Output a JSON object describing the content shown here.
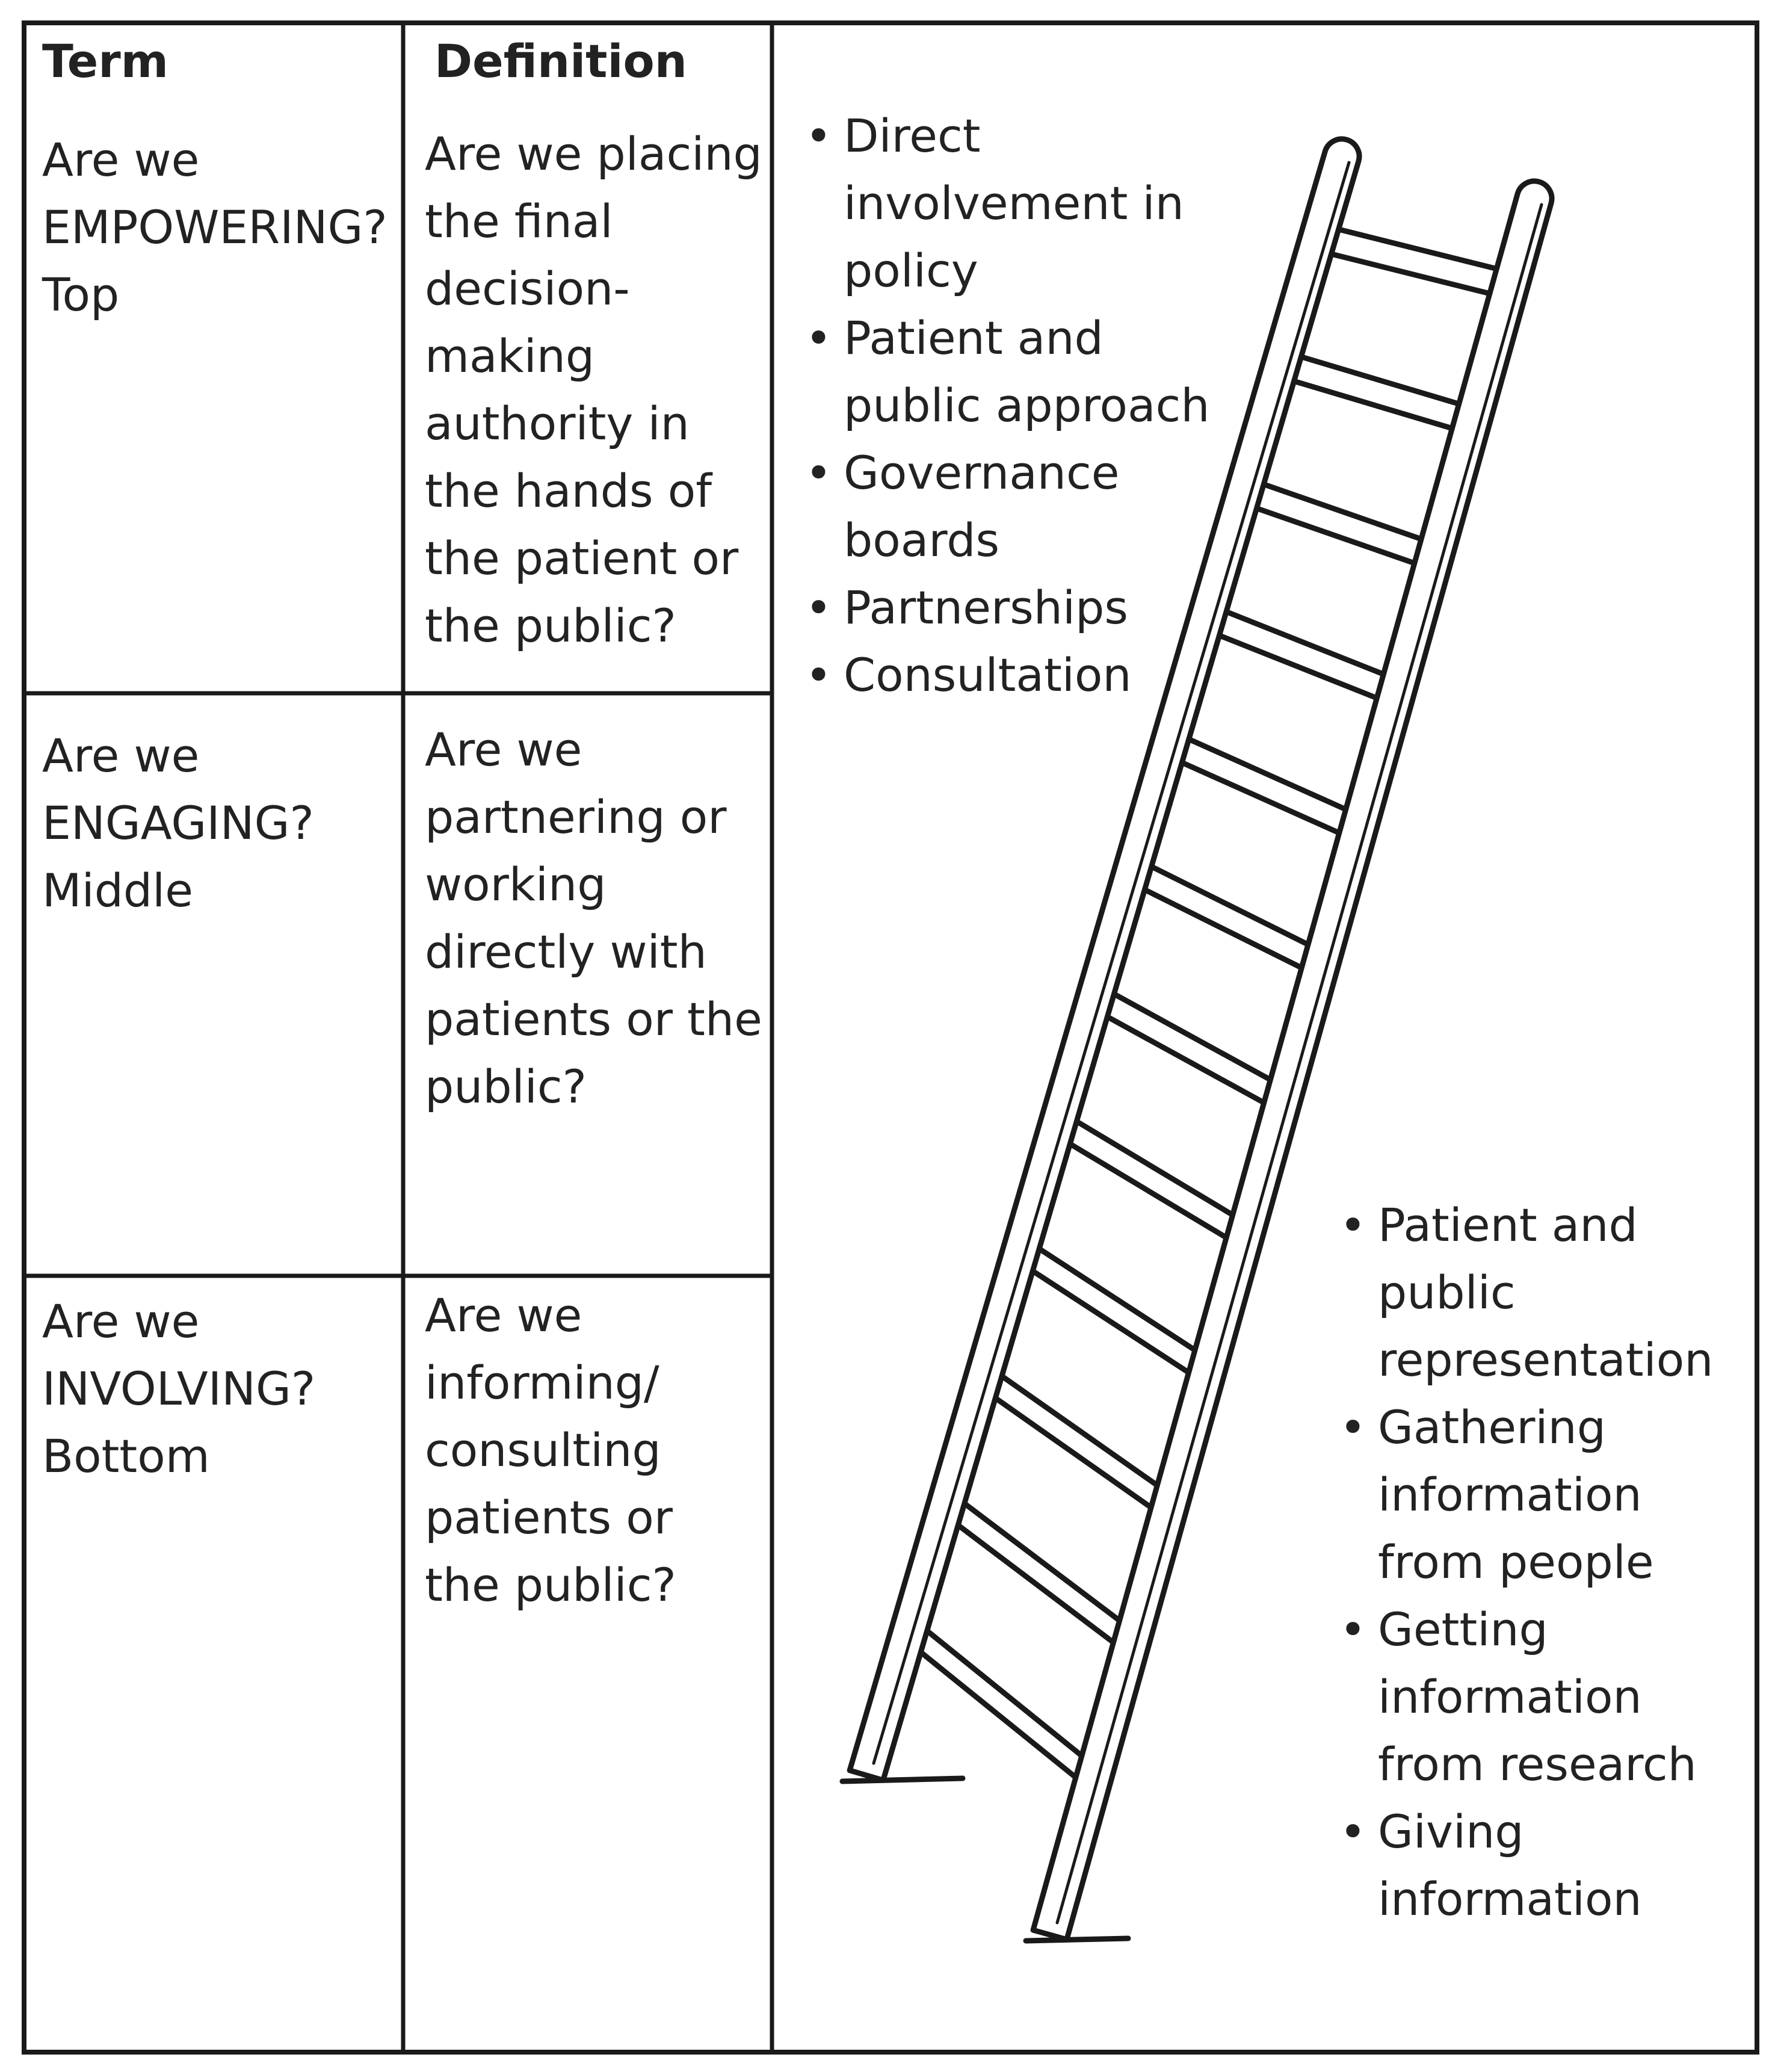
{
  "table": {
    "headers": {
      "term": "Term",
      "definition": "Definition"
    },
    "rows": [
      {
        "term": "Are we\nEMPOWERING?\nTop",
        "definition": "Are we placing\nthe final\ndecision-\nmaking\nauthority in\nthe hands of\nthe patient or\nthe public?"
      },
      {
        "term": "Are we\nENGAGING?\nMiddle",
        "definition": "Are we\npartnering or\nworking\ndirectly with\npatients or the\npublic?"
      },
      {
        "term": "Are we\nINVOLVING?\nBottom",
        "definition": "Are we\ninforming/\nconsulting\npatients or\nthe public?"
      }
    ]
  },
  "ladder": {
    "top_items": [
      "Direct\ninvolvement in\npolicy",
      "Patient and\npublic approach",
      "Governance\nboards",
      "Partnerships",
      "Consultation"
    ],
    "bottom_items": [
      "Patient and\npublic\nrepresentation",
      "Gathering\ninformation\nfrom people",
      "Getting\ninformation\nfrom research",
      "Giving\ninformation"
    ],
    "rung_count": 12
  }
}
